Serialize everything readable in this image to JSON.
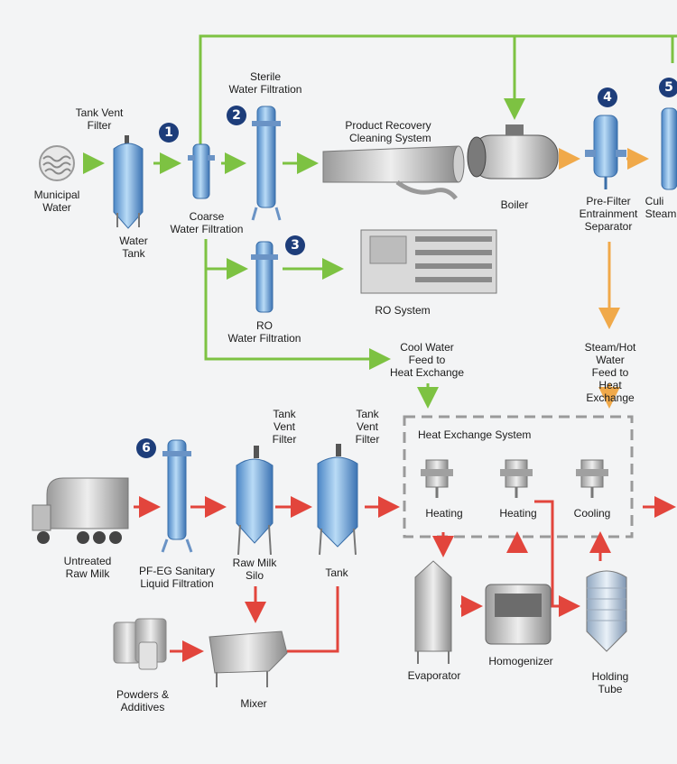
{
  "labels": {
    "tank_vent_filter_top": "Tank Vent\nFilter",
    "municipal_water": "Municipal\nWater",
    "water_tank": "Water\nTank",
    "coarse_filtration": "Coarse\nWater Filtration",
    "sterile_filtration": "Sterile\nWater Filtration",
    "product_recovery": "Product Recovery\nCleaning System",
    "ro_filtration": "RO\nWater Filtration",
    "ro_system": "RO System",
    "boiler": "Boiler",
    "prefilter": "Pre-Filter\nEntrainment\nSeparator",
    "culinary_steam": "Culi\nSteam",
    "cool_water": "Cool Water\nFeed to\nHeat Exchange",
    "steam_hot_water": "Steam/Hot Water\nFeed to\nHeat Exchange",
    "heat_exchange_system": "Heat Exchange System",
    "heating1": "Heating",
    "heating2": "Heating",
    "cooling": "Cooling",
    "untreated_milk": "Untreated\nRaw Milk",
    "pfeg": "PF-EG Sanitary\nLiquid Filtration",
    "raw_milk_silo": "Raw Milk\nSilo",
    "tank_vent_filter_silo": "Tank\nVent\nFilter",
    "tank_vent_filter_tank": "Tank\nVent\nFilter",
    "tank": "Tank",
    "powders": "Powders &\nAdditives",
    "mixer": "Mixer",
    "evaporator": "Evaporator",
    "homogenizer": "Homogenizer",
    "holding_tube": "Holding\nTube"
  },
  "badges": [
    "1",
    "2",
    "3",
    "4",
    "5",
    "6"
  ],
  "colors": {
    "water_line": "#7dc242",
    "steam_line": "#f0a94a",
    "milk_line": "#e2453c",
    "badge": "#1d3d7a",
    "dashed_box": "#9a9a9a",
    "background": "#f3f4f5"
  }
}
